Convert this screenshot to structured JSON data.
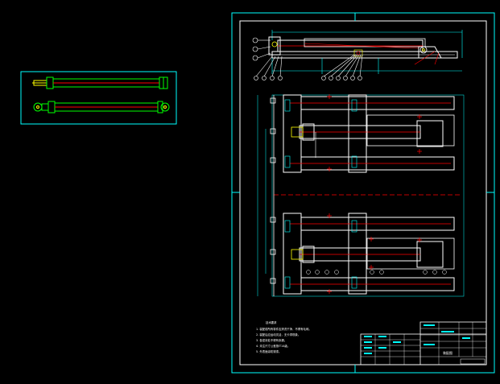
{
  "drawing": {
    "background_color": "#000000",
    "accent_cyan": "#00ffff",
    "accent_red": "#ff0000",
    "accent_green": "#00ff00",
    "accent_yellow": "#ffff00",
    "line_white": "#ffffff",
    "notes_title": "技术要求",
    "notes": [
      "1. 装配前所有零件应清洗干净，不得有毛刺。",
      "2. 装配后应运动灵活，无卡滞现象。",
      "3. 各密封处不得有渗漏。",
      "4. 未注尺寸公差按IT14级。",
      "5. 外表面涂防锈漆。"
    ],
    "title_block_label": "装配图"
  }
}
